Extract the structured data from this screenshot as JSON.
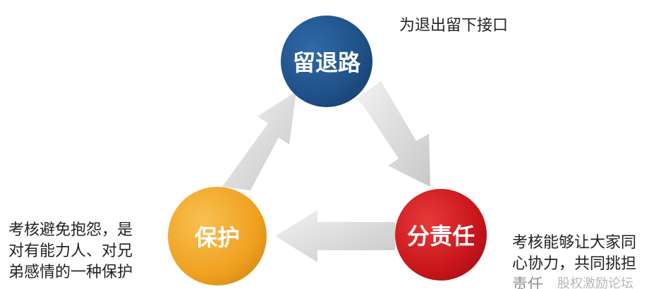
{
  "nodes": {
    "top": {
      "label": "留退路",
      "color": "#1f4f86"
    },
    "right": {
      "label": "分责任",
      "color": "#c8151b"
    },
    "left": {
      "label": "保护",
      "color": "#f0a020"
    }
  },
  "notes": {
    "top": "为退出留下接口",
    "left": [
      "考核避免抱怨，是",
      "对有能力人、对兄",
      "弟感情的一种保护"
    ],
    "right": [
      "考核能够让大家同",
      "心协力，共同挑担",
      "责任"
    ]
  },
  "watermark": "股权激励论坛"
}
